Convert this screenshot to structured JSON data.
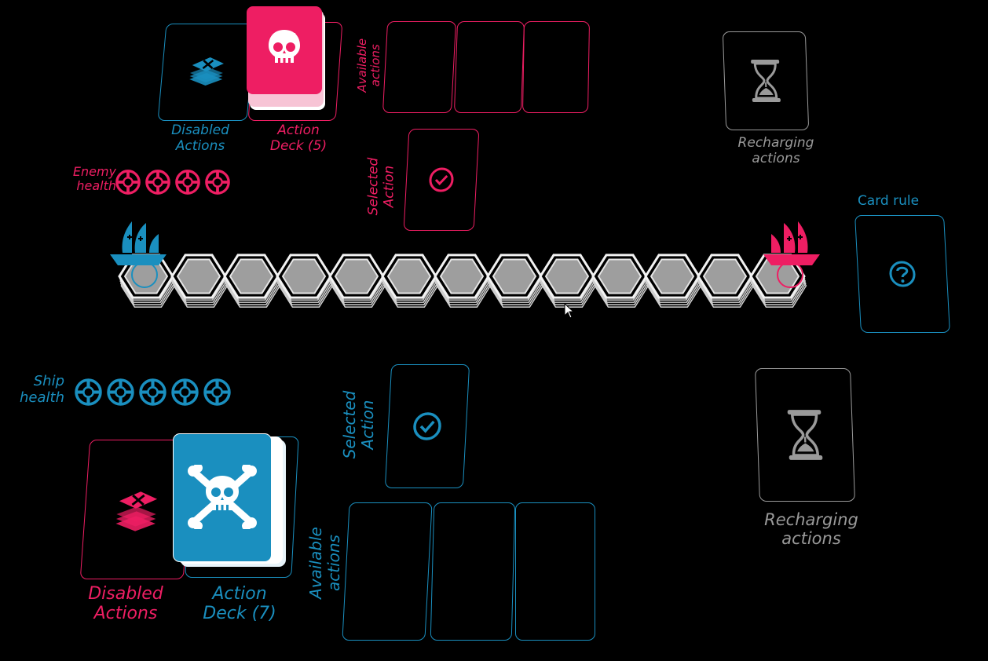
{
  "colors": {
    "enemy": "#ee1e63",
    "player": "#1a8fbf",
    "neutral": "#9a9a9a",
    "hex": "#9e9e9e",
    "background": "#000000"
  },
  "enemy": {
    "disabled_label": [
      "Disabled",
      "Actions"
    ],
    "deck_label": [
      "Action",
      "Deck (5)"
    ],
    "available_label": [
      "Available",
      "actions"
    ],
    "selected_label": [
      "Selected",
      "Action"
    ],
    "recharging_label": [
      "Recharging",
      "actions"
    ],
    "health_label": [
      "Enemy",
      "health"
    ],
    "health": 4,
    "deck_count": 5
  },
  "player": {
    "disabled_label": [
      "Disabled",
      "Actions"
    ],
    "deck_label": [
      "Action",
      "Deck (7)"
    ],
    "available_label": [
      "Available",
      "actions"
    ],
    "selected_label": [
      "Selected",
      "Action"
    ],
    "recharging_label": [
      "Recharging",
      "actions"
    ],
    "health_label": [
      "Ship",
      "health"
    ],
    "health": 5,
    "deck_count": 7
  },
  "card_rule": {
    "label": "Card rule",
    "icon": "question-icon"
  },
  "board": {
    "hex_count": 13
  },
  "icons": {
    "deck": "skull-crossbones-icon",
    "disabled": "disabled-stack-icon",
    "selected": "check-circle-icon",
    "recharging": "hourglass-icon",
    "health": "lifebuoy-icon",
    "ship": "pirate-ship-icon"
  }
}
